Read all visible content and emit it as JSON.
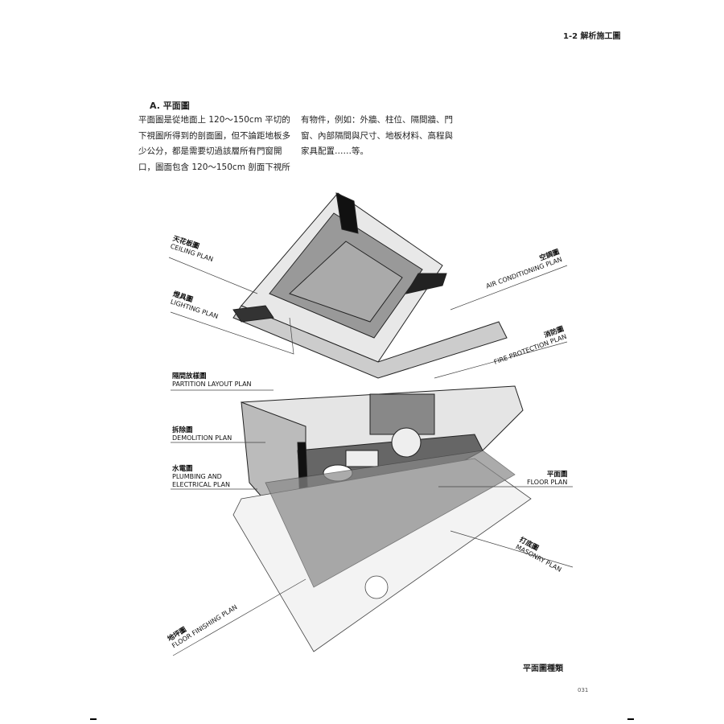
{
  "header": "1-2 解析施工圖",
  "section_title": "A. 平面圖",
  "body_col1": "平面圖是從地面上 120～150cm 平切的下視圖所得到的剖面圖，但不論距地板多少公分，都是需要切過該層所有門窗開口，圖面包含 120～150cm 剖面下視所",
  "body_col2": "有物件，例如：外牆、柱位、隔間牆、門窗、內部隔間與尺寸、地板材料、高程與家具配置……等。",
  "labels": {
    "ceiling": {
      "zh": "天花板圖",
      "en": "CEILING PLAN"
    },
    "lighting": {
      "zh": "燈具圖",
      "en": "LIGHTING   PLAN"
    },
    "air": {
      "zh": "空調圖",
      "en": "AIR CONDITIONING PLAN"
    },
    "fire": {
      "zh": "消防圖",
      "en": "FIRE PROTECTION PLAN"
    },
    "partition": {
      "zh": "隔間放樣圖",
      "en": "PARTITION LAYOUT PLAN"
    },
    "demolition": {
      "zh": "拆除圖",
      "en": "DEMOLITION PLAN"
    },
    "plumbing": {
      "zh": "水電圖",
      "en": "PLUMBING AND ELECTRICAL PLAN"
    },
    "floor": {
      "zh": "平面圖",
      "en": "FLOOR PLAN"
    },
    "masonry": {
      "zh": "打底圖",
      "en": "MASONRY PLAN"
    },
    "finishing": {
      "zh": "地坪圖",
      "en": "FLOOR FINISHING PLAN"
    }
  },
  "caption": "平面圖種類",
  "page_number": "031"
}
